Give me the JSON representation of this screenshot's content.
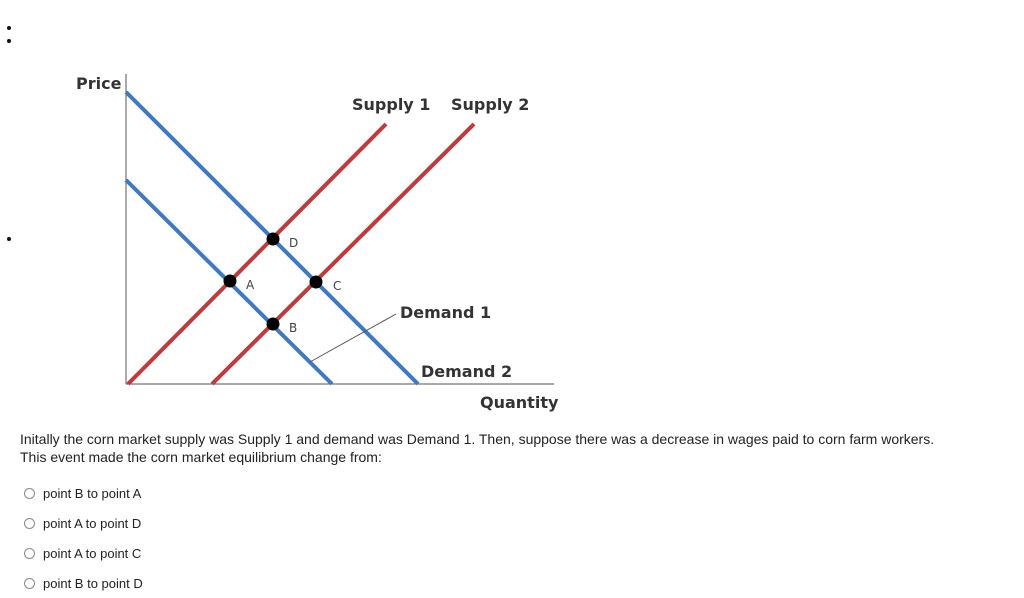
{
  "graph": {
    "y_axis_label": "Price",
    "x_axis_label": "Quantity",
    "supply_labels": [
      "Supply 1",
      "Supply 2"
    ],
    "demand_labels": [
      "Demand 1",
      "Demand 2"
    ],
    "points": [
      "A",
      "B",
      "C",
      "D"
    ],
    "colors": {
      "supply": "#c0393b",
      "demand": "#3f79c4",
      "axis": "#555555"
    }
  },
  "question": {
    "line1": "Initally the corn market supply was Supply 1 and demand was Demand 1. Then, suppose there was a decrease in wages paid to corn farm workers.",
    "line2": "This event made the corn market equilibrium change from:"
  },
  "options": [
    {
      "label": "point B to point A",
      "selected": false
    },
    {
      "label": "point A to point D",
      "selected": false
    },
    {
      "label": "point A to point C",
      "selected": false
    },
    {
      "label": "point B to point D",
      "selected": false
    }
  ]
}
